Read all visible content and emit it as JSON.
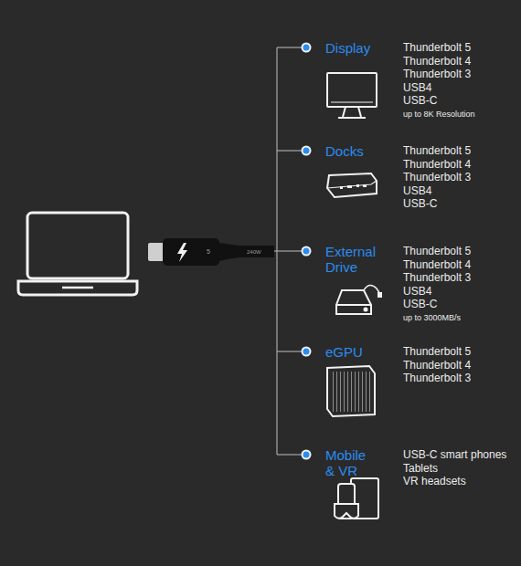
{
  "diagram": {
    "nodes": [
      {
        "text": [
          "Display",
          "Thunderbolt 5",
          "Thunderbolt 4",
          "Thunderbolt 3",
          "USB4",
          "USB-C",
          "up to 8K Resolution"
        ]
      },
      {
        "text": [
          "Docks",
          "Thunderbolt 5",
          "Thunderbolt 4",
          "Thunderbolt 3",
          "USB4",
          "USB-C"
        ]
      },
      {
        "text": [
          "External Drive",
          "Thunderbolt 5",
          "Thunderbolt 4",
          "Thunderbolt 3",
          "USB4",
          "USB-C",
          "up to 3000MB/s"
        ]
      },
      {
        "text": [
          "eGPU",
          "Thunderbolt 5",
          "Thunderbolt 4",
          "Thunderbolt 3"
        ]
      },
      {
        "text": [
          "Mobile & VR",
          "USB-C smart phones",
          "Tablets",
          "VR headsets"
        ]
      }
    ],
    "labels": [
      "5",
      "240W"
    ]
  }
}
